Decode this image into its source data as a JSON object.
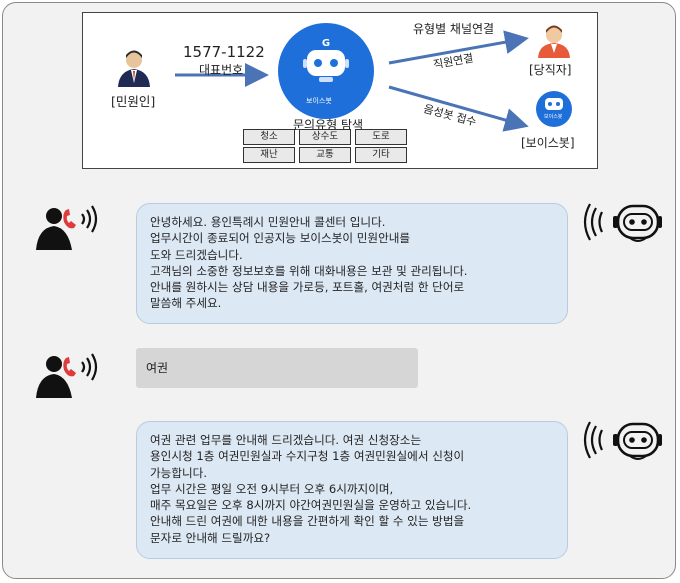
{
  "diagram": {
    "phone_number": "1577-1122",
    "phone_caption": "대표번호",
    "citizen_label": "[민원인]",
    "voicebot_center_label": "보이스봇",
    "voicebot_small_label": "보이스봇",
    "search_title": "문의유형 탐색",
    "categories": [
      "청소",
      "상수도",
      "도로",
      "재난",
      "교통",
      "기타"
    ],
    "channel_title": "유형별 채널연결",
    "staff_connect": "직원연결",
    "voice_connect": "음성봇 접수",
    "staff_label": "[당직자]",
    "voicebot_label": "[보이스봇]"
  },
  "chat": {
    "bot_message_1": [
      "안녕하세요. 용인특례시 민원안내 콜센터 입니다.",
      "업무시간이 종료되어 인공지능 보이스봇이 민원안내를",
      "도와 드리겠습니다.",
      "고객님의 소중한 정보보호를 위해 대화내용은 보관 및 관리됩니다.",
      "안내를 원하시는 상담 내용을 가로등, 포트홀, 여권처럼 한 단어로",
      "말씀해 주세요."
    ],
    "user_message_1": "여권",
    "bot_message_2": [
      "여권 관련 업무를 안내해 드리겠습니다.  여권 신청장소는",
      "용인시청 1층 여권민원실과 수지구청 1층 여권민원실에서 신청이",
      "가능합니다.",
      "업무 시간은 평일 오전 9시부터 오후 6시까지이며,",
      "매주 목요일은 오후 8시까지 야간여권민원실을 운영하고 있습니다.",
      "안내해 드린 여권에 대한 내용을 간편하게 확인 할 수 있는 방법을",
      "문자로 안내해 드릴까요?"
    ]
  },
  "colors": {
    "bot_blue": "#1e6fd9",
    "bubble_bg": "#dde8f5",
    "user_bubble_bg": "#d6d6d6",
    "arrow": "#4a74b5"
  },
  "icons": [
    "citizen-person-icon",
    "voicebot-robot-icon",
    "staff-person-icon",
    "phone-caller-icon",
    "robot-speaking-icon"
  ]
}
